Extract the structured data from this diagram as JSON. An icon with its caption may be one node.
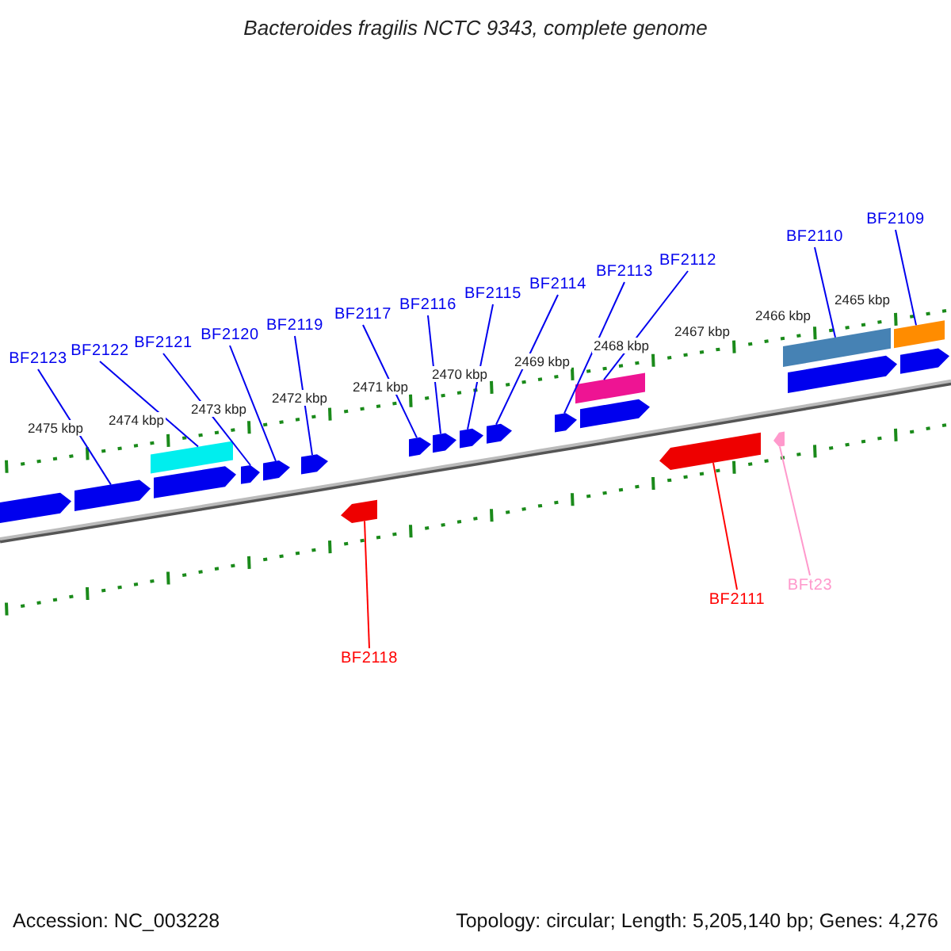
{
  "diagram": {
    "title": "Bacteroides fragilis NCTC 9343, complete genome",
    "nodes": [
      {
        "text": [
          "BF2123"
        ]
      },
      {
        "text": [
          "BF2122"
        ]
      },
      {
        "text": [
          "BF2121"
        ]
      },
      {
        "text": [
          "BF2120"
        ]
      },
      {
        "text": [
          "BF2119"
        ]
      },
      {
        "text": [
          "BF2117"
        ]
      },
      {
        "text": [
          "BF2116"
        ]
      },
      {
        "text": [
          "BF2115"
        ]
      },
      {
        "text": [
          "BF2114"
        ]
      },
      {
        "text": [
          "BF2113"
        ]
      },
      {
        "text": [
          "BF2112"
        ]
      },
      {
        "text": [
          "BF2110"
        ]
      },
      {
        "text": [
          "BF2109"
        ]
      },
      {
        "text": [
          "BF2118"
        ]
      },
      {
        "text": [
          "BF2111"
        ]
      },
      {
        "text": [
          "BFt23"
        ]
      },
      {
        "text": [],
        "shape": "arrow"
      },
      {
        "text": [],
        "shape": "arrow"
      },
      {
        "text": [],
        "shape": "bar"
      },
      {
        "text": [],
        "shape": "arrow"
      },
      {
        "text": [],
        "shape": "arrow"
      },
      {
        "text": [],
        "shape": "arrow"
      },
      {
        "text": [],
        "shape": "arrow"
      },
      {
        "text": [],
        "shape": "arrow"
      },
      {
        "text": [],
        "shape": "arrow"
      },
      {
        "text": [],
        "shape": "arrow"
      },
      {
        "text": [],
        "shape": "arrow"
      },
      {
        "text": [],
        "shape": "arrow"
      },
      {
        "text": [],
        "shape": "arrow"
      },
      {
        "text": [],
        "shape": "bar"
      },
      {
        "text": [],
        "shape": "arrow"
      },
      {
        "text": [],
        "shape": "arrow"
      },
      {
        "text": [],
        "shape": "arrow"
      },
      {
        "text": [],
        "shape": "bar"
      },
      {
        "text": [],
        "shape": "arrow"
      },
      {
        "text": [],
        "shape": "bar"
      },
      {
        "text": [],
        "shape": "arrow"
      }
    ],
    "edges": [
      {
        "from": 0,
        "to": 17,
        "arrow": "none"
      },
      {
        "from": 1,
        "to": 18,
        "arrow": "none"
      },
      {
        "from": 2,
        "to": 20,
        "arrow": "none"
      },
      {
        "from": 3,
        "to": 21,
        "arrow": "none"
      },
      {
        "from": 4,
        "to": 22,
        "arrow": "none"
      },
      {
        "from": 5,
        "to": 24,
        "arrow": "none"
      },
      {
        "from": 6,
        "to": 25,
        "arrow": "none"
      },
      {
        "from": 7,
        "to": 26,
        "arrow": "none"
      },
      {
        "from": 8,
        "to": 27,
        "arrow": "none"
      },
      {
        "from": 9,
        "to": 28,
        "arrow": "none"
      },
      {
        "from": 10,
        "to": 29,
        "arrow": "none"
      },
      {
        "from": 11,
        "to": 33,
        "arrow": "none"
      },
      {
        "from": 12,
        "to": 35,
        "arrow": "none"
      },
      {
        "from": 13,
        "to": 23,
        "arrow": "none",
        "color": "#ff0000"
      },
      {
        "from": 14,
        "to": 31,
        "arrow": "none",
        "color": "#ff0000"
      },
      {
        "from": 15,
        "to": 32,
        "arrow": "none",
        "color": "#ff99cc"
      }
    ],
    "labels": [
      "2475 kbp",
      "2474 kbp",
      "2473 kbp",
      "2472 kbp",
      "2471 kbp",
      "2470 kbp",
      "2469 kbp",
      "2468 kbp",
      "2467 kbp",
      "2466 kbp",
      "2465 kbp",
      "Accession: NC_003228",
      "Topology: circular; Length: 5,205,140 bp; Genes: 4,276"
    ]
  }
}
